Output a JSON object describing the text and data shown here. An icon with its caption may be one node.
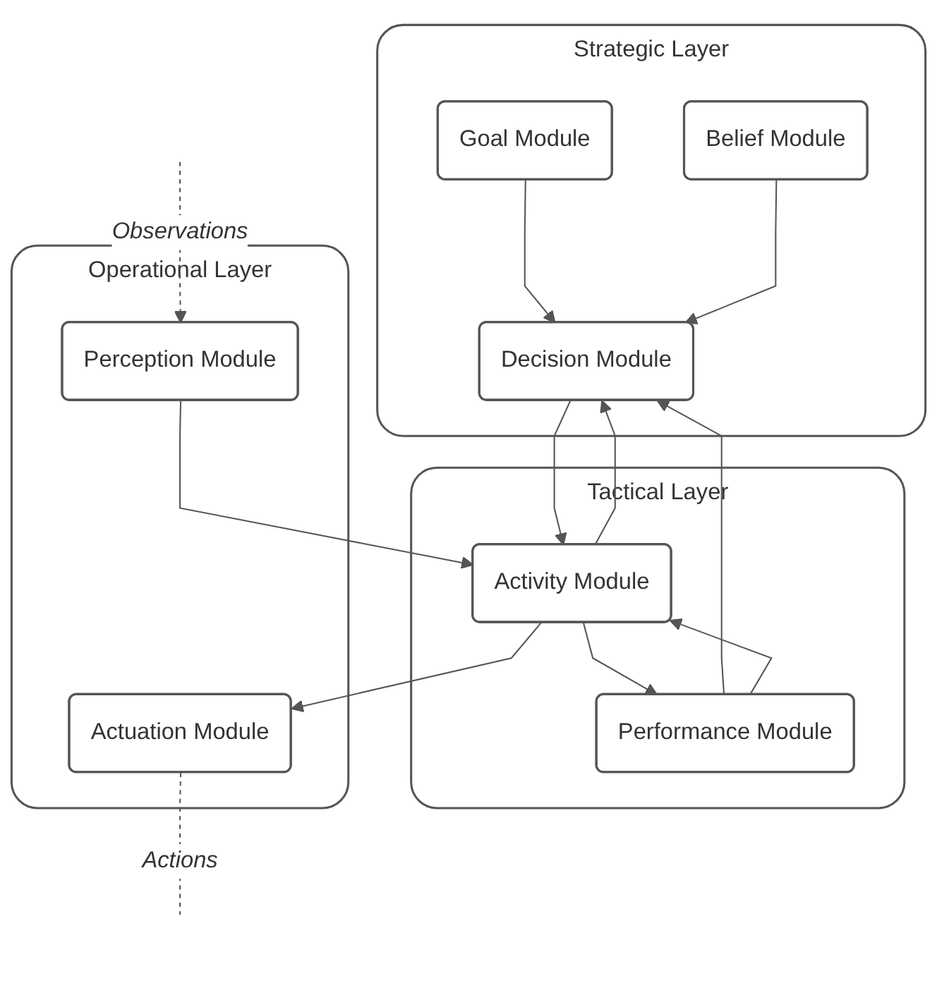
{
  "diagram": {
    "nodes": [
      {
        "text": [
          "Strategic Layer"
        ]
      },
      {
        "text": [
          "Goal Module"
        ],
        "in": 0
      },
      {
        "text": [
          "Decision Module"
        ],
        "in": 0
      },
      {
        "text": [
          "Belief Module"
        ],
        "in": 0
      },
      {
        "text": [
          "Tactical Layer"
        ]
      },
      {
        "text": [
          "Activity Module"
        ],
        "in": 4
      },
      {
        "text": [
          "Performance Module"
        ],
        "in": 4
      },
      {
        "text": [
          "Operational Layer"
        ]
      },
      {
        "text": [
          "Perception Module"
        ],
        "in": 7
      },
      {
        "text": [
          "Actuation Module"
        ],
        "in": 7
      }
    ],
    "edges": [
      {
        "from": 1,
        "to": 2,
        "arrow": "to"
      },
      {
        "from": 3,
        "to": 2,
        "arrow": "to"
      },
      {
        "from": 5,
        "to": 2,
        "arrow": "to"
      },
      {
        "from": 2,
        "to": 5,
        "arrow": "to"
      },
      {
        "from": 6,
        "to": 2,
        "arrow": "to"
      },
      {
        "from": 6,
        "to": 5,
        "arrow": "to"
      },
      {
        "from": 5,
        "to": 6,
        "arrow": "to"
      },
      {
        "from": 8,
        "to": 5,
        "arrow": "to"
      },
      {
        "from": 5,
        "to": 9,
        "arrow": "to"
      },
      {
        "from": null,
        "to": 8,
        "arrow": "to",
        "label": "Observations",
        "style": "dashed"
      },
      {
        "from": 9,
        "to": null,
        "arrow": "none",
        "label": "Actions",
        "style": "dashed"
      }
    ]
  }
}
